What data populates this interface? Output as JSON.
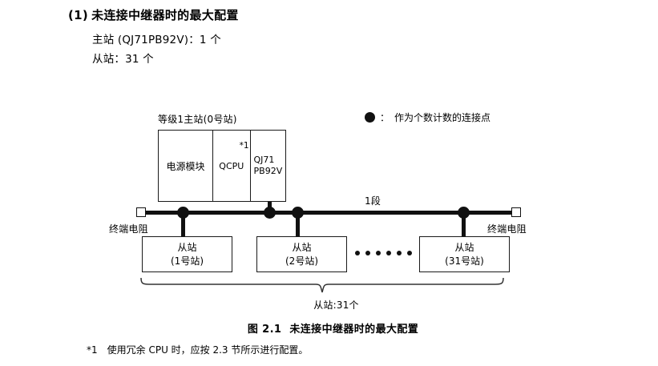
{
  "heading": {
    "number": "(1)",
    "title": "未连接中继器时的最大配置",
    "lines": [
      "主站 (QJ71PB92V)：1 个",
      "从站：31 个"
    ]
  },
  "diagram": {
    "master_caption": "等级1主站(0号站)",
    "master_cells": {
      "power": "电源模块",
      "cpu": "QCPU",
      "cpu_footnote_mark": "*1",
      "network_line1": "QJ71",
      "network_line2": "PB92V"
    },
    "legend": {
      "symbol": "filled-circle",
      "separator": "：",
      "text": "作为个数计数的连接点"
    },
    "segment_label": "1段",
    "terminator_left_label": "终端电阻",
    "terminator_right_label": "终端电阻",
    "slaves": [
      {
        "title": "从站",
        "station": "(1号站)"
      },
      {
        "title": "从站",
        "station": "(2号站)"
      },
      {
        "title": "从站",
        "station": "(31号站)"
      }
    ],
    "ellipsis_dot_count": 6,
    "brace_label": "从站:31个"
  },
  "figure_caption": {
    "number": "图 2.1",
    "title": "未连接中继器时的最大配置"
  },
  "footnote": {
    "mark": "*1",
    "text": "使用冗余 CPU 时，应按 2.3 节所示进行配置。"
  },
  "colors": {
    "ink": "#111111",
    "paper": "#ffffff"
  }
}
